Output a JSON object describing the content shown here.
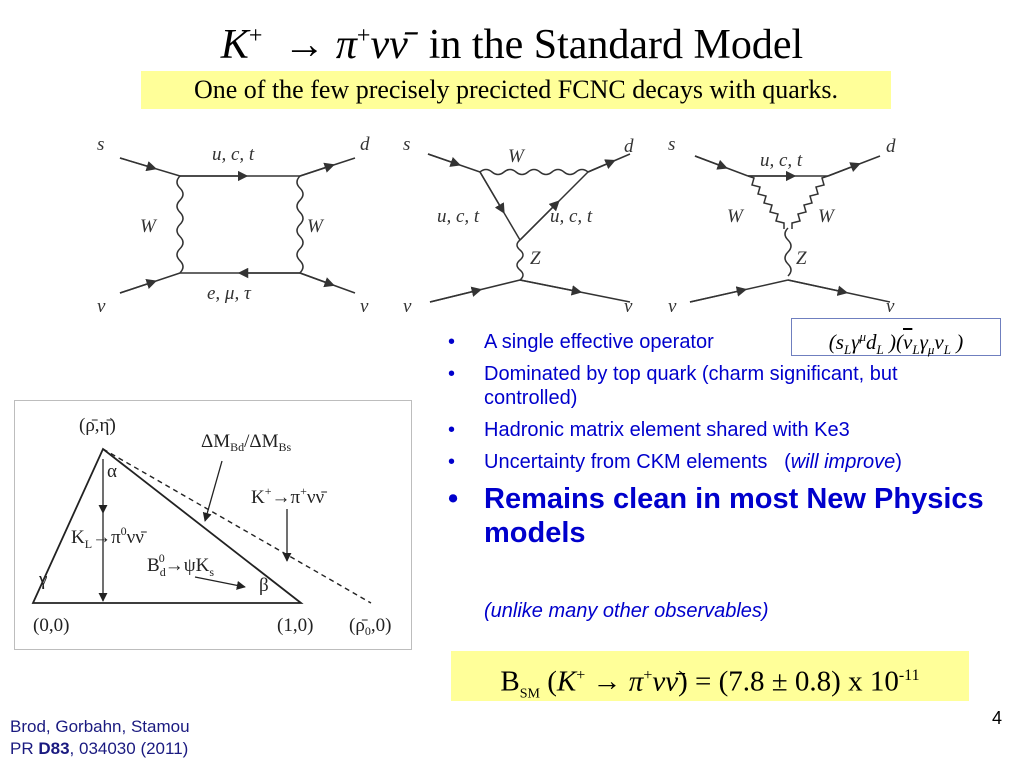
{
  "title": {
    "text_suffix": "in the Standard Model"
  },
  "subtitle": "One of the few precisely precicted  FCNC decays with quarks.",
  "diagrams": {
    "box": {
      "s": "s",
      "d": "d",
      "nu_left": "ν",
      "nu_right": "ν",
      "top": "u, c, t",
      "bottom": "e, μ, τ",
      "w_left": "W",
      "w_right": "W"
    },
    "penguin_w": {
      "s": "s",
      "d": "d",
      "nu_left": "ν",
      "nu_right": "ν",
      "w": "W",
      "quark_left": "u, c, t",
      "quark_right": "u, c, t",
      "z": "Z"
    },
    "penguin_q": {
      "s": "s",
      "d": "d",
      "nu_left": "ν",
      "nu_right": "ν",
      "quark": "u, c, t",
      "w_left": "W",
      "w_right": "W",
      "z": "Z"
    }
  },
  "bullets": [
    "A single effective operator",
    "Dominated by top quark (charm significant, but controlled)",
    "Hadronic matrix element shared with Ke3",
    "Uncertainty from CKM elements"
  ],
  "bullet4_paren": "will improve",
  "bullet_big": "Remains clean in most New Physics models",
  "note": "(unlike many other observables)",
  "triangle": {
    "apex": "(ρ̄,η̄)",
    "alpha": "α",
    "gamma": "γ",
    "beta": "β",
    "dm": "ΔM",
    "dm_bd": "Bd",
    "dm_bs": "Bs",
    "origin": "(0,0)",
    "one": "(1,0)",
    "rho0": "(ρ̄",
    "rho0_sub": "0",
    "rho0_end": ",0)"
  },
  "formula": {
    "b": "B",
    "sm": "SM",
    "result": ") = (7.8 ± 0.8) x 10",
    "exponent": "-11"
  },
  "reference": {
    "authors": "Brod, Gorbahn, Stamou",
    "journal": "PR",
    "volume": "D83",
    "rest": ", 034030 (2011)"
  },
  "page_number": "4"
}
